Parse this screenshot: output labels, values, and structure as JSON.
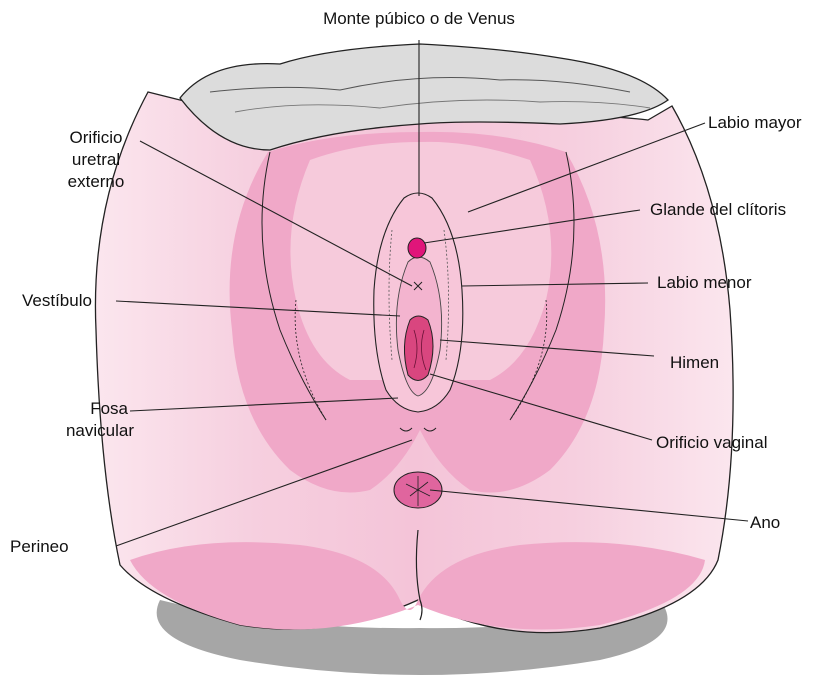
{
  "labels": {
    "monte": "Monte púbico o de Venus",
    "labio_mayor": "Labio mayor",
    "glande": "Glande del clítoris",
    "labio_menor": "Labio menor",
    "himen": "Himen",
    "orificio_vaginal": "Orificio vaginal",
    "ano": "Ano",
    "perineo": "Perineo",
    "fosa_1": "Fosa",
    "fosa_2": "navicular",
    "vestibulo": "Vestíbulo",
    "uretral_1": "Orificio",
    "uretral_2": "uretral",
    "uretral_3": "externo"
  },
  "colors": {
    "outer_skin": "#f7d3e1",
    "labia_majora": "#f0a8c8",
    "labia_minora": "#f7c6d9",
    "inner_vestibule": "#f3b4cf",
    "vaginal_opening": "#d9467f",
    "clitoris": "#e0157a",
    "pubic_hair": "#dedede",
    "shadow": "#a6a6a6",
    "line": "#222222"
  }
}
